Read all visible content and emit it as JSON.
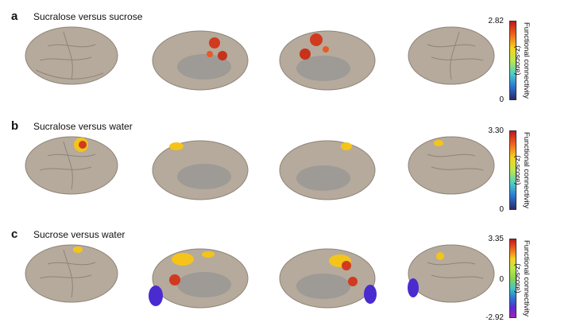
{
  "panels": [
    {
      "letter": "a",
      "title": "Sucralose versus sucrose",
      "cb_max": "2.82",
      "cb_mid": "",
      "cb_min": "0",
      "cb_label_1": "Functional connectivity",
      "cb_label_2": "(z-score)",
      "colormap": "red-to-blue"
    },
    {
      "letter": "b",
      "title": "Sucralose versus water",
      "cb_max": "3.30",
      "cb_mid": "",
      "cb_min": "0",
      "cb_label_1": "Functional connectivity",
      "cb_label_2": "(z-score)",
      "colormap": "red-to-blue"
    },
    {
      "letter": "c",
      "title": "Sucrose versus water",
      "cb_max": "3.35",
      "cb_mid": "0",
      "cb_min": "-2.92",
      "cb_label_1": "Functional connectivity",
      "cb_label_2": "(z-score)",
      "colormap": "red-green-purple"
    }
  ],
  "colors": {
    "brain": "#b5aa9c",
    "brain_dark": "#8e8478",
    "medial_wall": "#9e9a96",
    "hot": "#d23a1f",
    "warm": "#f4c41a",
    "cold": "#4a2bd0"
  }
}
